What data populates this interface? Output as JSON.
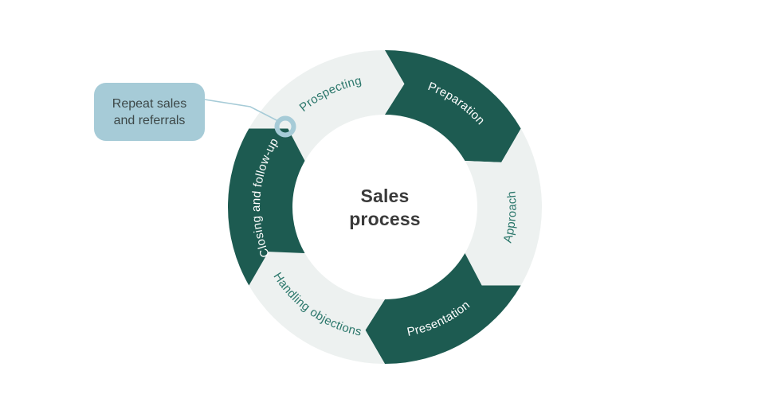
{
  "diagram": {
    "type": "cycle-process",
    "center_title": {
      "line1": "Sales",
      "line2": "process"
    },
    "colors": {
      "dark_segment": "#1d5b51",
      "light_segment": "#edf1f0",
      "label_on_dark": "#ffffff",
      "label_on_light": "#2b776b",
      "annotation_blue": "#a6cbd7",
      "title_text": "#3a3a3a",
      "callout_text": "#3d4848",
      "page_background": "#ffffff"
    },
    "segments": [
      {
        "id": "prospecting",
        "label": "Prospecting",
        "tone": "light",
        "start": 300,
        "end": 360,
        "text_dir": "cw"
      },
      {
        "id": "preparation",
        "label": "Preparation",
        "tone": "dark",
        "start": 0,
        "end": 60,
        "text_dir": "cw"
      },
      {
        "id": "approach",
        "label": "Approach",
        "tone": "light",
        "start": 60,
        "end": 120,
        "text_dir": "ccw"
      },
      {
        "id": "presentation",
        "label": "Presentation",
        "tone": "dark",
        "start": 120,
        "end": 180,
        "text_dir": "ccw"
      },
      {
        "id": "handling-objections",
        "label": "Handling objections",
        "tone": "light",
        "start": 180,
        "end": 240,
        "text_dir": "ccw"
      },
      {
        "id": "closing-and-follow-up",
        "label": "Closing and follow-up",
        "tone": "dark",
        "start": 240,
        "end": 300,
        "text_dir": "cw"
      }
    ]
  },
  "callout": {
    "line1": "Repeat sales",
    "line2": "and referrals"
  }
}
